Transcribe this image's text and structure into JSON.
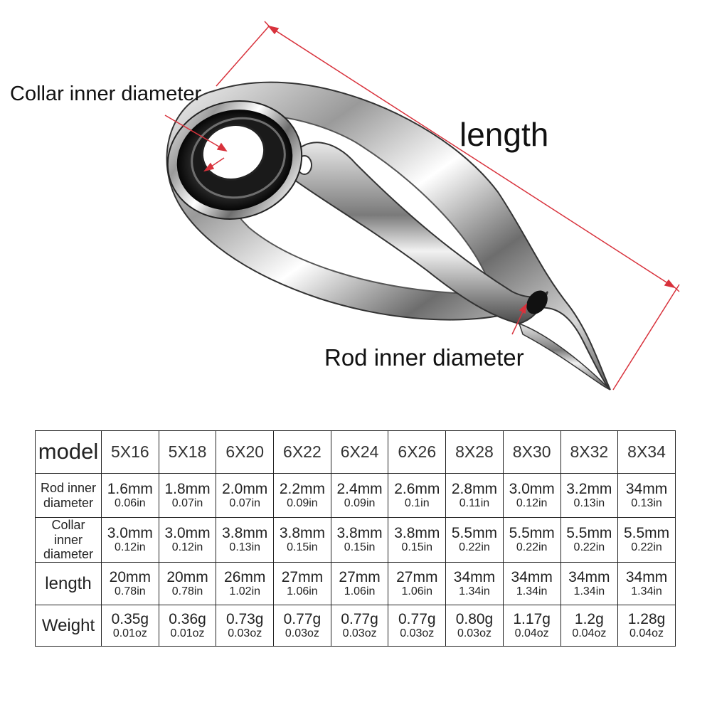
{
  "labels": {
    "collar": "Collar inner diameter",
    "length": "length",
    "rod": "Rod inner diameter"
  },
  "colors": {
    "dimension_line": "#d8323c",
    "border": "#222222"
  },
  "table": {
    "header": "model",
    "models": [
      "5X16",
      "5X18",
      "6X20",
      "6X22",
      "6X24",
      "6X26",
      "8X28",
      "8X30",
      "8X32",
      "8X34"
    ],
    "rows": [
      {
        "label_1": "Rod inner",
        "label_2": "diameter",
        "values": [
          [
            "1.6mm",
            "0.06in"
          ],
          [
            "1.8mm",
            "0.07in"
          ],
          [
            "2.0mm",
            "0.07in"
          ],
          [
            "2.2mm",
            "0.09in"
          ],
          [
            "2.4mm",
            "0.09in"
          ],
          [
            "2.6mm",
            "0.1in"
          ],
          [
            "2.8mm",
            "0.11in"
          ],
          [
            "3.0mm",
            "0.12in"
          ],
          [
            "3.2mm",
            "0.13in"
          ],
          [
            "34mm",
            "0.13in"
          ]
        ]
      },
      {
        "label_1": "Collar inner",
        "label_2": "diameter",
        "values": [
          [
            "3.0mm",
            "0.12in"
          ],
          [
            "3.0mm",
            "0.12in"
          ],
          [
            "3.8mm",
            "0.13in"
          ],
          [
            "3.8mm",
            "0.15in"
          ],
          [
            "3.8mm",
            "0.15in"
          ],
          [
            "3.8mm",
            "0.15in"
          ],
          [
            "5.5mm",
            "0.22in"
          ],
          [
            "5.5mm",
            "0.22in"
          ],
          [
            "5.5mm",
            "0.22in"
          ],
          [
            "5.5mm",
            "0.22in"
          ]
        ]
      },
      {
        "label": "length",
        "values": [
          [
            "20mm",
            "0.78in"
          ],
          [
            "20mm",
            "0.78in"
          ],
          [
            "26mm",
            "1.02in"
          ],
          [
            "27mm",
            "1.06in"
          ],
          [
            "27mm",
            "1.06in"
          ],
          [
            "27mm",
            "1.06in"
          ],
          [
            "34mm",
            "1.34in"
          ],
          [
            "34mm",
            "1.34in"
          ],
          [
            "34mm",
            "1.34in"
          ],
          [
            "34mm",
            "1.34in"
          ]
        ]
      },
      {
        "label": "Weight",
        "values": [
          [
            "0.35g",
            "0.01oz"
          ],
          [
            "0.36g",
            "0.01oz"
          ],
          [
            "0.73g",
            "0.03oz"
          ],
          [
            "0.77g",
            "0.03oz"
          ],
          [
            "0.77g",
            "0.03oz"
          ],
          [
            "0.77g",
            "0.03oz"
          ],
          [
            "0.80g",
            "0.03oz"
          ],
          [
            "1.17g",
            "0.04oz"
          ],
          [
            "1.2g",
            "0.04oz"
          ],
          [
            "1.28g",
            "0.04oz"
          ]
        ]
      }
    ]
  }
}
